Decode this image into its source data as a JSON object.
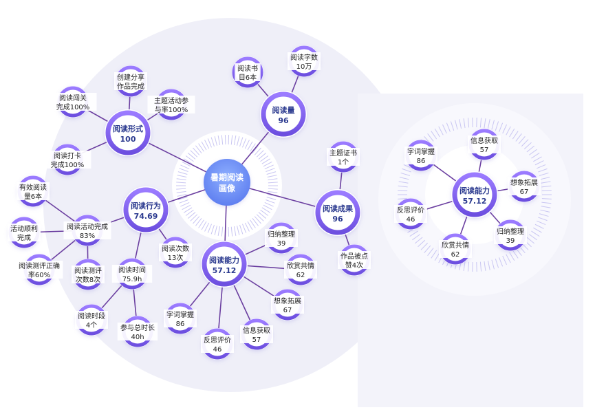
{
  "colors": {
    "line": "#6b3fa0",
    "ring": "#8a6cf0",
    "ring_light": "#ffffff",
    "center": "#6e8ef7",
    "title_text": "#2b3a8f",
    "bg_circle": "#efeff8",
    "node_text": "#222222"
  },
  "left_map": {
    "center": {
      "label_line1": "暑期阅读",
      "label_line2": "画像"
    },
    "hubs": [
      {
        "id": "hub-form",
        "name": "阅读形式",
        "value": "100"
      },
      {
        "id": "hub-volume",
        "name": "阅读量",
        "value": "96"
      },
      {
        "id": "hub-behavior",
        "name": "阅读行为",
        "value": "74.69"
      },
      {
        "id": "hub-result",
        "name": "阅读成果",
        "value": "96"
      },
      {
        "id": "hub-ability",
        "name": "阅读能力",
        "value": "57.12"
      }
    ],
    "leaves": [
      {
        "id": "leaf-challenge",
        "line1": "阅读闯关",
        "line2": "完成100%"
      },
      {
        "id": "leaf-share",
        "line1": "创建分享",
        "line2": "作品完成"
      },
      {
        "id": "leaf-theme-activity",
        "line1": "主题活动参",
        "line2": "与率100%"
      },
      {
        "id": "leaf-checkin",
        "line1": "阅读打卡",
        "line2": "完成100%"
      },
      {
        "id": "leaf-books",
        "line1": "阅读书",
        "line2": "目6本"
      },
      {
        "id": "leaf-words",
        "line1": "阅读字数",
        "line2": "10万"
      },
      {
        "id": "leaf-certificate",
        "line1": "主题证书",
        "line2": "1个"
      },
      {
        "id": "leaf-likes",
        "line1": "作品被点",
        "line2": "赞4次"
      },
      {
        "id": "leaf-effective",
        "line1": "有效阅读",
        "line2": "量6本"
      },
      {
        "id": "leaf-activity-done",
        "line1": "阅读活动完成",
        "line2": "83%"
      },
      {
        "id": "leaf-smooth",
        "line1": "活动顺利",
        "line2": "完成"
      },
      {
        "id": "leaf-test-rate",
        "line1": "阅读测评正确",
        "line2": "率60%"
      },
      {
        "id": "leaf-test-count",
        "line1": "阅读测评",
        "line2": "次数8次"
      },
      {
        "id": "leaf-time",
        "line1": "阅读时间",
        "line2": "75.9h"
      },
      {
        "id": "leaf-times",
        "line1": "阅读次数",
        "line2": "13次"
      },
      {
        "id": "leaf-period",
        "line1": "阅读时段",
        "line2": "4个"
      },
      {
        "id": "leaf-total",
        "line1": "参与总时长",
        "line2": "40h"
      },
      {
        "id": "leaf-induct",
        "line1": "归纳整理",
        "line2": "39"
      },
      {
        "id": "leaf-appreciate",
        "line1": "欣赏共情",
        "line2": "62"
      },
      {
        "id": "leaf-imagine",
        "line1": "想象拓展",
        "line2": "67"
      },
      {
        "id": "leaf-info",
        "line1": "信息获取",
        "line2": "57"
      },
      {
        "id": "leaf-reflect",
        "line1": "反思评价",
        "line2": "46"
      },
      {
        "id": "leaf-vocab",
        "line1": "字词掌握",
        "line2": "86"
      }
    ]
  },
  "right_map": {
    "hub": {
      "name": "阅读能力",
      "value": "57.12"
    },
    "leaves": [
      {
        "id": "r-vocab",
        "line1": "字词掌握",
        "line2": "86"
      },
      {
        "id": "r-info",
        "line1": "信息获取",
        "line2": "57"
      },
      {
        "id": "r-imagine",
        "line1": "想象拓展",
        "line2": "67"
      },
      {
        "id": "r-reflect",
        "line1": "反思评价",
        "line2": "46"
      },
      {
        "id": "r-induct",
        "line1": "归纳整理",
        "line2": "39"
      },
      {
        "id": "r-appreciate",
        "line1": "欣赏共情",
        "line2": "62"
      }
    ]
  }
}
